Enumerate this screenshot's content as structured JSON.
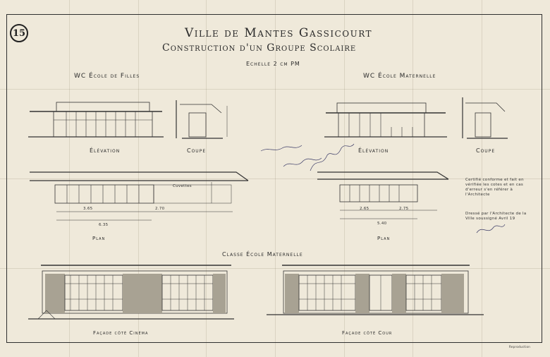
{
  "plate_number": "15",
  "title": "Ville de Mantes Gassicourt",
  "subtitle": "Construction d'un Groupe Scolaire",
  "scale": "Echelle 2 cm PM",
  "section_girls": {
    "heading": "WC École de Filles",
    "elevation_label": "Élévation",
    "section_label": "Coupe",
    "plan_label": "Plan",
    "plan_note": "Cuvettes"
  },
  "section_nursery": {
    "heading": "WC École Maternelle",
    "elevation_label": "Élévation",
    "section_label": "Coupe",
    "plan_label": "Plan"
  },
  "class_heading": "Classe École Maternelle",
  "facade_cinema": "Façade côté Cinéma",
  "facade_cour": "Façade côté Cour",
  "notes": {
    "certification": "Certifié conforme et fait en vérifiée les cotes et en cas d'erreur s'en référer à l'Architecte",
    "approval": "Dressé par l'Architecte de la Ville soussigné Avril 19"
  },
  "dimensions": {
    "d1": "3.65",
    "d2": "2.70",
    "d3": "6.35",
    "d4": "2.65",
    "d5": "2.75",
    "d6": "5.40"
  },
  "printer_mark": "Reproduction"
}
